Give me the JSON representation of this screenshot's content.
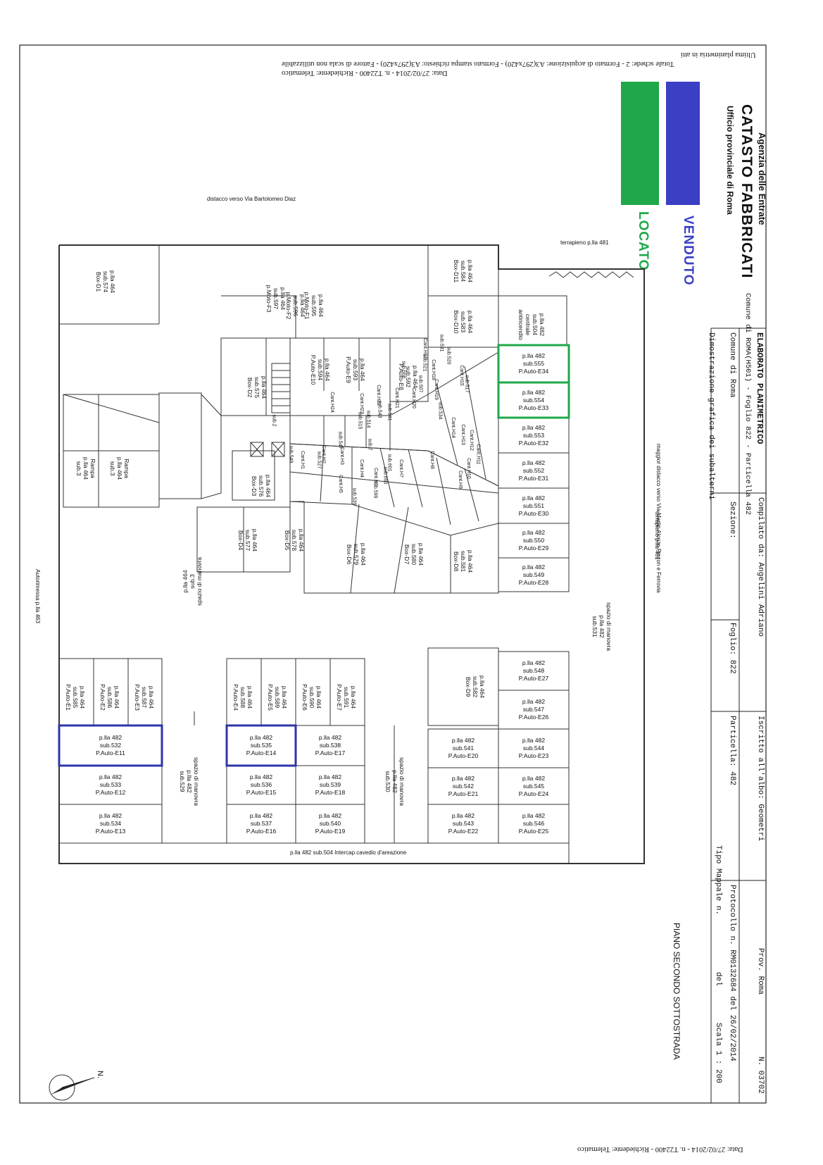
{
  "header": {
    "agency": "Agenzia delle Entrate",
    "catasto": "CATASTO FABBRICATI",
    "ufficio": "Ufficio provinciale di Roma",
    "data_line": "Data: 27/02/2014 - n. T22400 - Richiedente: Telematico",
    "schede_line": "Totale schede: 2 - Formato di acquisizione: A3(297x420) - Formato stampa richiesto: A3(297x420) - Fattore di scala non utilizzabile",
    "ultima_line": "Ultima planimetria in atti",
    "footer_line": "Data: 27/02/2014 - n. T22400 - Richiedente: Telematico"
  },
  "stamps": {
    "venduto": "VENDUTO",
    "locato": "LOCATO",
    "venduto_color": "#3a3fc4",
    "locato_color": "#1fa84a"
  },
  "form": {
    "title": "ELABORATO PLANIMETRICO",
    "compilato": "Compilato da: Angelini Adriano",
    "iscritto": "Iscritto all'albo: Geometri",
    "prov": "Prov. Roma",
    "n": "N. 03702",
    "comune_label": "Comune di Roma",
    "sezione": "Sezione:",
    "foglio": "Foglio: 822",
    "particella": "Particella: 482",
    "tipo": "Tipo Mappale n.",
    "del1": "del",
    "protocollo": "Protocollo n. RM0132684 del 26/02/2014",
    "dimostrazione": "Dimostrazione grafica dei subalterni",
    "scala": "Scala 1 : 200",
    "comune_full": "Comune di ROMA(H501) - Foglio 822 - Particella 482"
  },
  "plan": {
    "piano": "PIANO SECONDO SOTTOSTRADA",
    "north": "N.",
    "labels": {
      "bartolomeo": "distacco verso Via Bartolomeo Diaz",
      "terrapieno_top": "terrapieno p.lla 481",
      "terrapieno_side": "terrapieno p.lla 481",
      "maggior": "maggior distacco verso Via Martin Alonzo Pinzon e Ferrovia",
      "autorimessa": "Autorimessa p.lla 463",
      "cavedio": "p.lla 482  sub.504 Intercap.cavedio d'areazione",
      "spazio531": "spazio di manovra\np.lla 482\nsub.531",
      "spazio3": "p.lla 464\nsub.3\nspazio di manovra",
      "spazio529": "spazio di manovra\np.lla 482\nsub.529",
      "spazio530": "spazio di manovra\np.lla 482\nsub.530"
    },
    "right_column": [
      "p.lla 482\nsub.555\nP.Auto-E34",
      "p.lla 482\nsub.554\nP.Auto-E33",
      "p.lla 482\nsub.553\nP.Auto-E32",
      "p.lla 482\nsub.552\nP.Auto-E31",
      "p.lla 482\nsub.551\nP.Auto-E30",
      "p.lla 482\nsub.550\nP.Auto-E29",
      "p.lla 482\nsub.549\nP.Auto-E28"
    ],
    "right_lower": [
      "p.lla 482\nsub.548\nP.Auto-E27",
      "p.lla 482\nsub.547\nP.Auto-E26"
    ],
    "bottom_grid": [
      [
        "p.lla 482\nsub.544\nP.Auto-E23",
        "p.lla 482\nsub.545\nP.Auto-E24",
        "p.lla 482\nsub.546\nP.Auto-E25"
      ],
      [
        "p.lla 482\nsub.541\nP.Auto-E20",
        "p.lla 482\nsub.542\nP.Auto-E21",
        "p.lla 482\nsub.543\nP.Auto-E22"
      ],
      [
        "p.lla 482\nsub.538\nP.Auto-E17",
        "p.lla 482\nsub.539\nP.Auto-E18",
        "p.lla 482\nsub.540\nP.Auto-E19"
      ],
      [
        "p.lla 482\nsub.535\nP.Auto-E14",
        "p.lla 482\nsub.536\nP.Auto-E15",
        "p.lla 482\nsub.537\nP.Auto-E16"
      ],
      [
        "p.lla 482\nsub.532\nP.Auto-E11",
        "p.lla 482\nsub.533\nP.Auto-E12",
        "p.lla 482\nsub.534\nP.Auto-E13"
      ]
    ],
    "e_row_mid": [
      "p.lla 464\nsub.591\nP.Auto-E7",
      "p.lla 464\nsub.590\nP.Auto-E6",
      "p.lla 464\nsub.589\nP.Auto-E5",
      "p.lla 464\nsub.588\nP.Auto-E4"
    ],
    "e_row_left": [
      "p.lla 464\nsub.587\nP.Auto-E3",
      "p.lla 464\nsub.586\nP.Auto-E2",
      "p.lla 464\nsub.585\nP.Auto-E1"
    ],
    "box_d9": "p.lla 464\nsub.582\nBox-D9",
    "boxes_d": [
      "p.lla 464\nsub.581\nBox-D8",
      "p.lla 464\nsub.580\nBox-D7",
      "p.lla 464\nsub.579\nBox-D6",
      "p.lla 464\nsub.578\nBox-D5",
      "p.lla 464\nsub.577\nBox-D4"
    ],
    "top_boxes": [
      "p.lla 464\nsub.584\nBox-D11",
      "p.lla 464\nsub.583\nBox-D10",
      "p.lla 482\nsub.504\ncentrale\nantincendio"
    ],
    "box_d1": "p.lla 464\nsub.574\nBox-D1",
    "inner": [
      "p.lla 464\nsub.592\nP.Auto-E8",
      "p.lla 464\nsub.593\nP.Auto-E9",
      "p.lla 464\nsub.594\nP.Auto-E10",
      "p.lla 464\nsub.575\nBox-D2",
      "p.lla 464\nsub.576\nBox-D3"
    ],
    "moto": [
      "p.lla 464\nsub.595\np.Moto-F1",
      "p.lla 464\nsub.596\np.Moto-F2",
      "p.lla 464\nsub.597\np.Moto-F3"
    ],
    "rampa": [
      "Rampa\np.lla 464\nsub.3",
      "Rampa\np.lla 464\nsub.3"
    ],
    "cantine": [
      "Cant.H17",
      "Cant.H18",
      "Cant.H19",
      "Cant.H20",
      "Cant.H21",
      "Cant.H22",
      "Cant.H23",
      "Cant.H24",
      "Cant.H15",
      "Cant.H14",
      "Cant.H13",
      "Cant.H12",
      "Cant.H11",
      "Cant.H10",
      "Cant.H9",
      "Cant.H8",
      "Cant.H7",
      "Cant.H6",
      "Cant.H5",
      "Cant.H4",
      "Cant.H3",
      "Cant.H2",
      "Cant.H1"
    ],
    "cant_subs": [
      "sub.531",
      "sub.520",
      "sub.521",
      "sub.517",
      "sub.534",
      "sub.506",
      "sub.507",
      "sub.541",
      "sub.543",
      "sub.514",
      "sub.515",
      "sub.547",
      "sub.601",
      "sub.600",
      "sub.599",
      "sub.539",
      "sub.527",
      "sub.549",
      "sub.2",
      "sub.7"
    ]
  }
}
